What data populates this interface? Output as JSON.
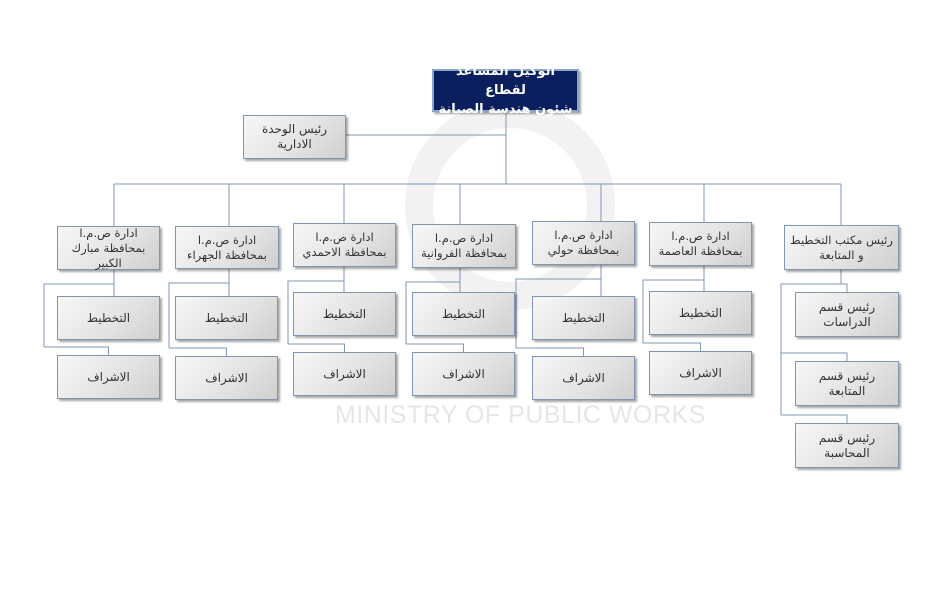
{
  "watermark": {
    "text": "MINISTRY OF PUBLIC WORKS"
  },
  "colors": {
    "top_box": "#0b1f5e",
    "lines": "#7f97b2",
    "box_border": "#7f97b2"
  },
  "top": {
    "line1": "الوكيل المساعد لقطاع",
    "line2": "شئون هندسة الصيانة"
  },
  "admin_unit": {
    "line1": "رئيس الوحدة",
    "line2": "الادارية"
  },
  "departments": [
    {
      "title": "ادارة ص.م.ا بمحافظة مبارك الكبير",
      "children": [
        "التخطيط",
        "الاشراف"
      ]
    },
    {
      "title": "ادارة ص.م.ا بمحافظة الجهراء",
      "children": [
        "التخطيط",
        "الاشراف"
      ]
    },
    {
      "title": "ادارة ص.م.ا بمحافظة الاحمدي",
      "children": [
        "التخطيط",
        "الاشراف"
      ]
    },
    {
      "title": "ادارة ص.م.ا بمحافظة الفروانية",
      "children": [
        "التخطيط",
        "الاشراف"
      ]
    },
    {
      "title": "ادارة ص.م.ا بمحافظة حولي",
      "children": [
        "التخطيط",
        "الاشراف"
      ]
    },
    {
      "title": "ادارة ص.م.ا بمحافظة العاصمة",
      "children": [
        "التخطيط",
        "الاشراف"
      ]
    },
    {
      "title": "رئيس مكتب التخطيط و المتابعة",
      "children": [
        "رئيس قسم الدراسات",
        "رئيس قسم المتابعة",
        "رئيس قسم المحاسبة"
      ]
    }
  ]
}
